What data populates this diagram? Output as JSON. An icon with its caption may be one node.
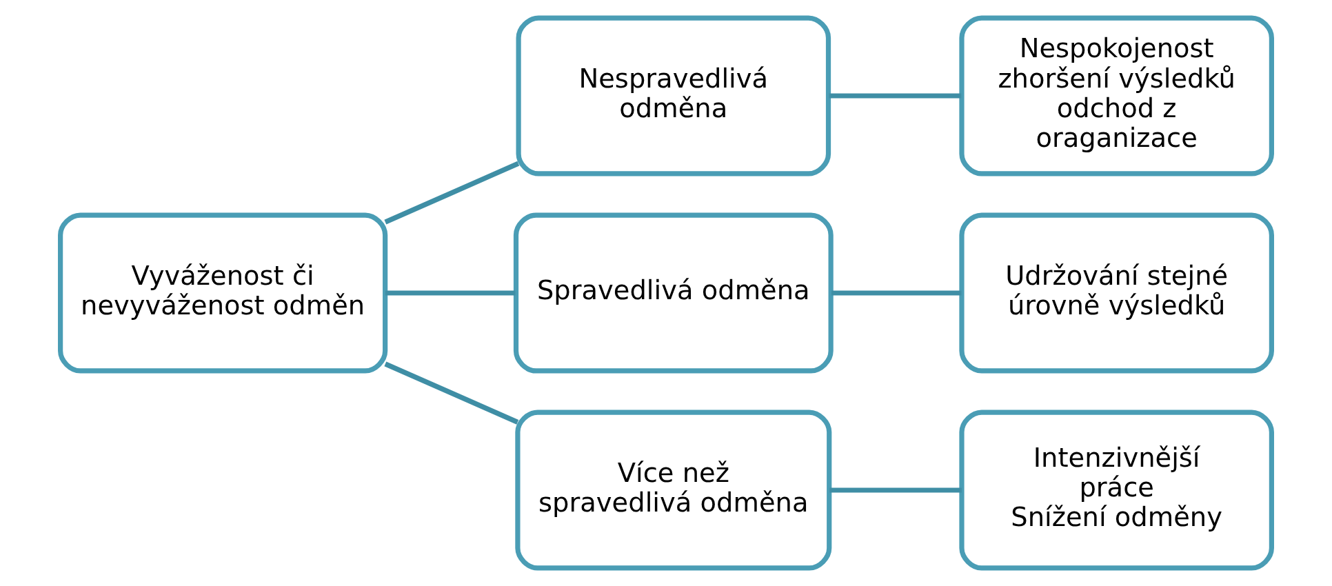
{
  "diagram": {
    "nodes": [
      {
        "text": [
          "Vyváženost či nevyváženost odměn"
        ]
      },
      {
        "text": [
          "Nespravedlivá odměna"
        ]
      },
      {
        "text": [
          "Spravedlivá odměna"
        ]
      },
      {
        "text": [
          "Více než spravedlivá odměna"
        ]
      },
      {
        "text": [
          "Nespokojenost",
          "zhoršení výsledků",
          "odchod z oraganizace"
        ]
      },
      {
        "text": [
          "Udržování stejné úrovně výsledků"
        ]
      },
      {
        "text": [
          "Intenzivnější práce",
          "Snížení odměny"
        ]
      }
    ],
    "edges": [
      {
        "from": 0,
        "to": 1,
        "arrow": "none"
      },
      {
        "from": 0,
        "to": 2,
        "arrow": "none"
      },
      {
        "from": 0,
        "to": 3,
        "arrow": "none"
      },
      {
        "from": 1,
        "to": 4,
        "arrow": "none"
      },
      {
        "from": 2,
        "to": 5,
        "arrow": "none"
      },
      {
        "from": 3,
        "to": 6,
        "arrow": "none"
      }
    ]
  }
}
